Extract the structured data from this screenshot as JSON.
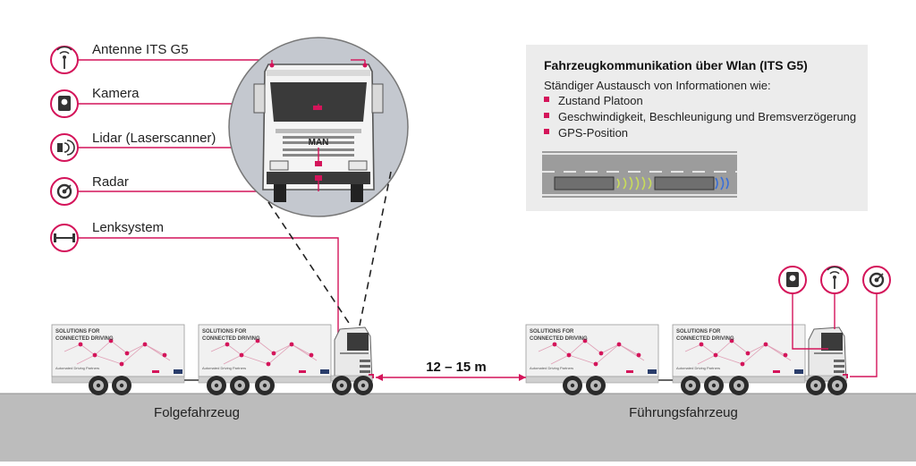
{
  "sensors": {
    "antenna": "Antenne ITS G5",
    "camera": "Kamera",
    "lidar": "Lidar (Laserscanner)",
    "radar": "Radar",
    "steering": "Lenksystem"
  },
  "info_box": {
    "title": "Fahrzeugkommunikation über Wlan (ITS G5)",
    "subtitle": "Ständiger Austausch von Informationen wie:",
    "items": [
      "Zustand Platoon",
      "Geschwindigkeit, Beschleunigung und Bremsverzögerung",
      "GPS-Position"
    ]
  },
  "distance": "12 – 15 m",
  "vehicles": {
    "follower": "Folgefahrzeug",
    "leader": "Führungsfahrzeug"
  },
  "trailer_text": {
    "line1": "SOLUTIONS FOR",
    "line2": "CONNECTED DRIVING",
    "footer": "Automated Driving Partners"
  },
  "truck_logo": "MAN",
  "colors": {
    "accent": "#d4145a",
    "ground": "#bcbcbc",
    "panel": "#ececec",
    "circle": "#c4c8cf"
  }
}
